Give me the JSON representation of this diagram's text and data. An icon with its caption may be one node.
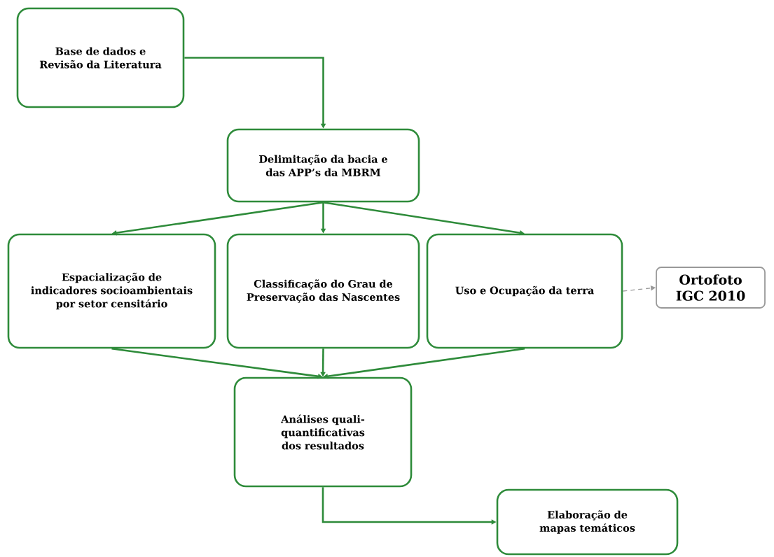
{
  "diagram": {
    "nodes": [
      {
        "text": [
          "Base de dados e Revisão da Literatura"
        ]
      },
      {
        "text": [
          "Delimitação da bacia e das APP’s da MBRM"
        ]
      },
      {
        "text": [
          "Espacialização de indicadores socioambientais por setor censitário"
        ]
      },
      {
        "text": [
          "Classificação do Grau de Preservação das Nascentes"
        ]
      },
      {
        "text": [
          "Uso e Ocupação da terra"
        ]
      },
      {
        "text": [
          "Ortofoto IGC 2010"
        ]
      },
      {
        "text": [
          "Análises quali-quantificativas dos resultados"
        ]
      },
      {
        "text": [
          "Elaboração de mapas temáticos"
        ]
      }
    ],
    "edges": [
      {
        "from": 0,
        "to": 1,
        "arrow": "to"
      },
      {
        "from": 1,
        "to": 2,
        "arrow": "to"
      },
      {
        "from": 1,
        "to": 3,
        "arrow": "to"
      },
      {
        "from": 1,
        "to": 4,
        "arrow": "to"
      },
      {
        "from": 4,
        "to": 5,
        "arrow": "to",
        "style": "dashed",
        "color": "#9a9a9a"
      },
      {
        "from": 2,
        "to": 6,
        "arrow": "to"
      },
      {
        "from": 3,
        "to": 6,
        "arrow": "to"
      },
      {
        "from": 4,
        "to": 6,
        "arrow": "to"
      },
      {
        "from": 6,
        "to": 7,
        "arrow": "to"
      }
    ]
  }
}
